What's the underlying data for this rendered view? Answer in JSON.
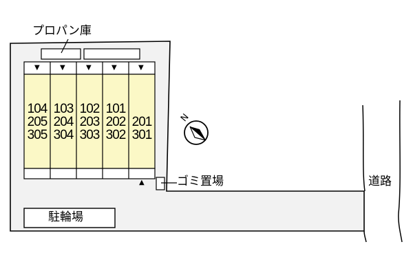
{
  "labels": {
    "propane_storage": "プロパン庫",
    "garbage_area": "ゴミ置場",
    "bicycle_parking": "駐輪場",
    "road": "道路"
  },
  "compass": {
    "north_letter": "N",
    "icon": "north-arrow-icon"
  },
  "entrance_marker": {
    "icon": "triangle-up-icon",
    "glyph": "▲"
  },
  "units": {
    "columns": [
      {
        "numbers": [
          "104",
          "205",
          "305"
        ]
      },
      {
        "numbers": [
          "103",
          "204",
          "304"
        ]
      },
      {
        "numbers": [
          "102",
          "203",
          "303"
        ]
      },
      {
        "numbers": [
          "101",
          "202",
          "302"
        ]
      },
      {
        "numbers": [
          "",
          "201",
          "301"
        ]
      }
    ],
    "door_marker_icon": "triangle-down-icon",
    "door_marker_glyph": "▼"
  },
  "colors": {
    "unit_fill": "#fbf8c6",
    "site_fill": "#f2f2f2",
    "line": "#000000"
  }
}
